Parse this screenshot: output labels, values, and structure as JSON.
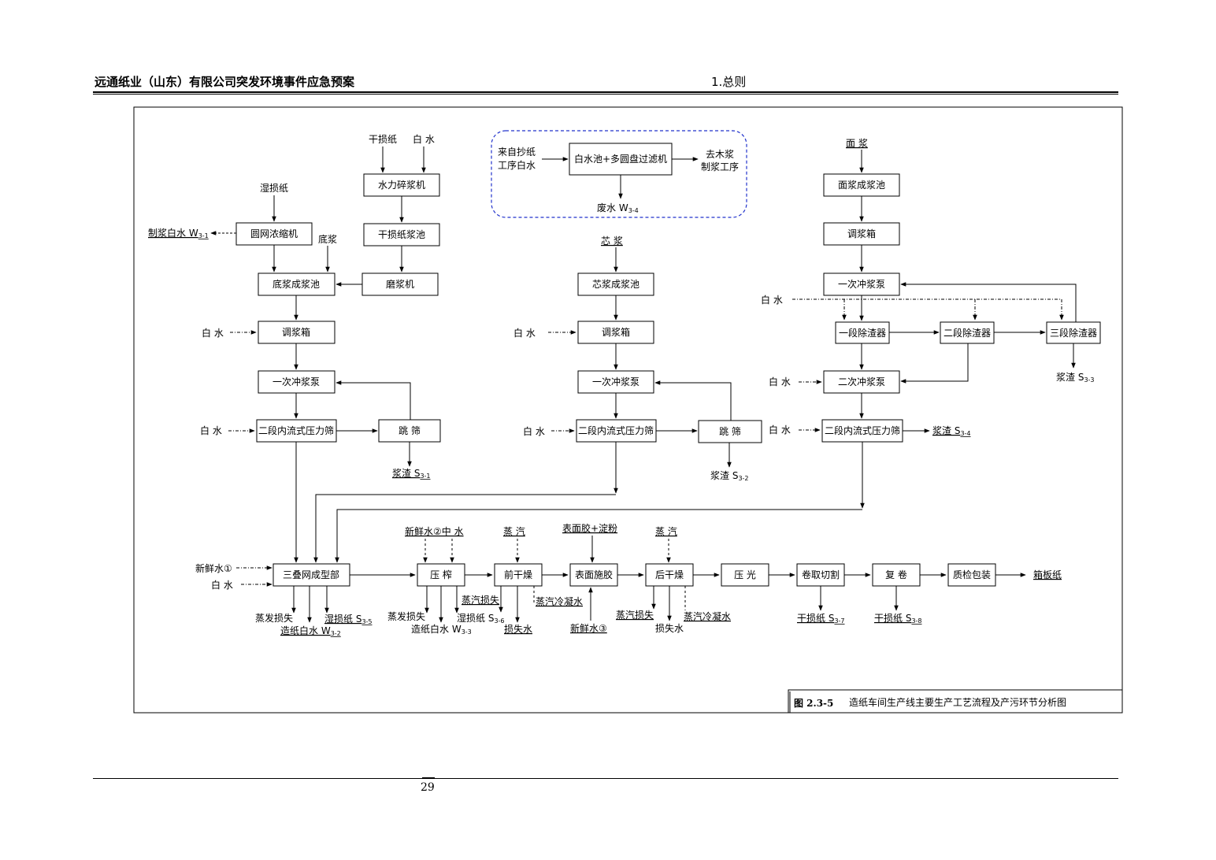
{
  "header": {
    "doc_title": "远通纸业（山东）有限公司突发环境事件应急预案",
    "section": "1.总则"
  },
  "footer": {
    "page_number": "29"
  },
  "caption": {
    "figure_no": "图 2.3-5",
    "title": "造纸车间生产线主要生产工艺流程及产污环节分析图"
  },
  "inset": {
    "source": [
      "来自抄纸",
      "工序白水"
    ],
    "process": "白水池+多圆盘过滤机",
    "dest": [
      "去木浆",
      "制浆工序"
    ],
    "waste": "废水 W",
    "waste_sub": "3-4"
  },
  "bottom_line": {
    "former": "三叠网成型部",
    "press": "压  榨",
    "pre_dryer": "前干燥",
    "sizing": "表面施胶",
    "after_dryer": "后干燥",
    "calender": "压  光",
    "reel_cut": "卷取切割",
    "rewind": "复  卷",
    "qc_pack": "质检包装",
    "product": "箱板纸"
  },
  "left_line": {
    "wet_broke": "湿损纸",
    "dry_broke": "干损纸",
    "white_water_top": "白  水",
    "hydrapulper": "水力碎浆机",
    "thickener": "圆网浓缩机",
    "pulp_white_water": "制浆白水 W",
    "pulp_white_water_sub": "3-1",
    "bottom_stock": "底浆",
    "dry_broke_chest": "干损纸浆池",
    "refiner": "磨浆机",
    "bottom_chest": "底浆成浆池",
    "head_box": "调浆箱",
    "fan_pump": "一次冲浆泵",
    "pressure_screen": "二段内流式压力筛",
    "jump_screen": "跳    筛",
    "white_water": "白  水",
    "rejects": "浆渣 S",
    "rejects_sub": "3-1"
  },
  "core_line": {
    "core_stock": "芯    浆",
    "core_chest": "芯浆成浆池",
    "head_box": "调浆箱",
    "fan_pump": "一次冲浆泵",
    "pressure_screen": "二段内流式压力筛",
    "jump_screen": "跳    筛",
    "white_water": "白  水",
    "rejects": "浆渣 S",
    "rejects_sub": "3-2"
  },
  "top_line": {
    "top_stock": "面    浆",
    "top_chest": "面浆成浆池",
    "head_box": "调浆箱",
    "fan_pump1": "一次冲浆泵",
    "cleaner1": "一段除渣器",
    "cleaner2": "二段除渣器",
    "cleaner3": "三段除渣器",
    "fan_pump2": "二次冲浆泵",
    "pressure_screen": "二段内流式压力筛",
    "white_water": "白    水",
    "rejects3": "浆渣 S",
    "rejects3_sub": "3-3",
    "rejects4": "浆渣 S",
    "rejects4_sub": "3-4"
  },
  "bottom_labels": {
    "fresh1": "新鲜水①",
    "white_water": "白    水",
    "evap1": "蒸发损失",
    "paper_ww2": "造纸白水 W",
    "paper_ww2_sub": "3-2",
    "wet_broke5": "湿损纸 S",
    "wet_broke5_sub": "3-5",
    "fresh2_mid": "新鲜水②中  水",
    "evap2": "蒸发损失",
    "paper_ww3": "造纸白水 W",
    "paper_ww3_sub": "3-3",
    "wet_broke6": "湿损纸 S",
    "wet_broke6_sub": "3-6",
    "steam_loss1": "蒸汽损失",
    "steam1": "蒸    汽",
    "loss_water1": "损失水",
    "condensate1": "蒸汽冷凝水",
    "sizing_agent": "表面胶+淀粉",
    "fresh3": "新鲜水③",
    "steam2": "蒸    汽",
    "steam_loss2": "蒸汽损失",
    "loss_water2": "损失水",
    "condensate2": "蒸汽冷凝水",
    "dry_broke7": "干损纸 S",
    "dry_broke7_sub": "3-7",
    "dry_broke8": "干损纸 S",
    "dry_broke8_sub": "3-8"
  }
}
